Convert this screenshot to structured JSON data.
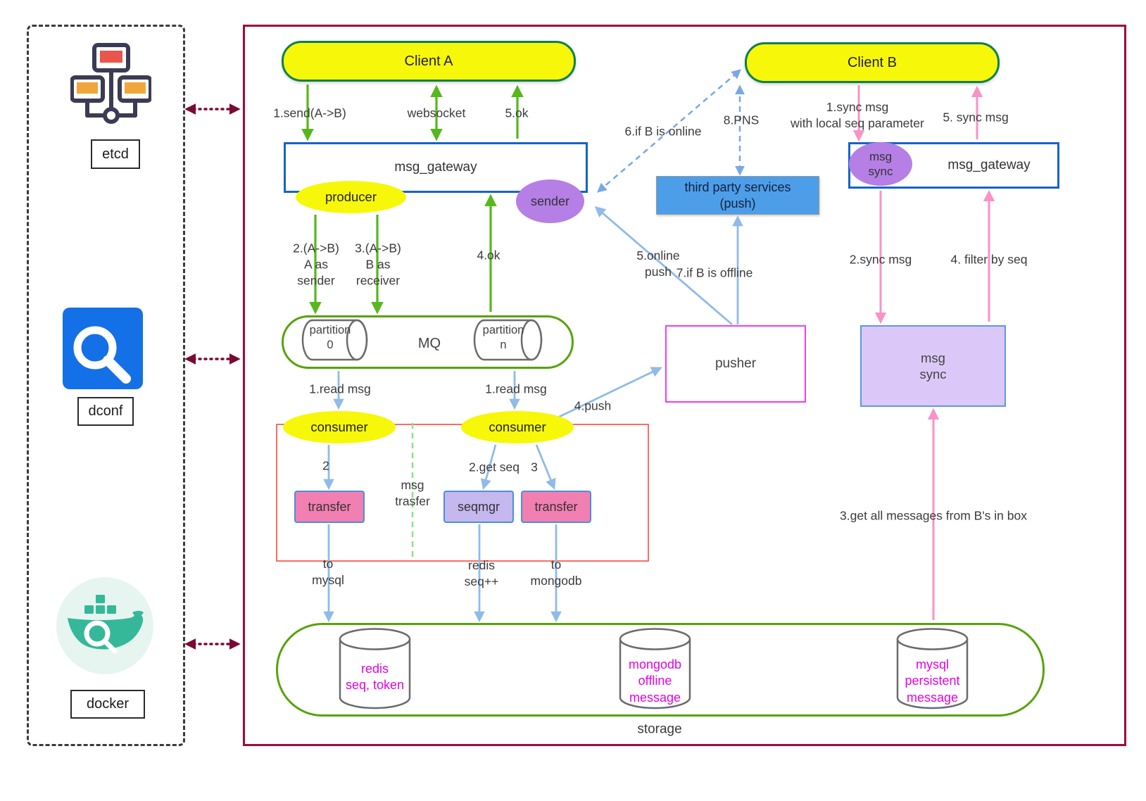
{
  "infra": {
    "etcd": "etcd",
    "dconf": "dconf",
    "docker": "docker"
  },
  "nodes": {
    "client_a": "Client A",
    "client_b": "Client B",
    "gateway_left": "msg_gateway",
    "gateway_right": "msg_gateway",
    "producer": "producer",
    "sender": "sender",
    "msg_sync_small": "msg\nsync",
    "third_party": "third party services\n(push)",
    "partition_0": "partition\n0",
    "mq": "MQ",
    "partition_n": "partition\nn",
    "pusher": "pusher",
    "msg_sync_big": "msg\nsync",
    "consumer_1": "consumer",
    "consumer_2": "consumer",
    "transfer_1": "transfer",
    "seqmgr": "seqmgr",
    "transfer_2": "transfer",
    "redis": "redis\nseq, token",
    "mongodb": "mongodb\noffline\nmessage",
    "mysql": "mysql\npersistent\nmessage",
    "storage": "storage"
  },
  "labels": {
    "send": "1.send(A->B)",
    "websocket": "websocket",
    "ok5": "5.ok",
    "a_as_sender": "2.(A->B)\nA as\nsender",
    "b_as_receiver": "3.(A->B)\nB as\nreceiver",
    "ok4": "4.ok",
    "read_msg_1": "1.read msg",
    "read_msg_2": "1.read msg",
    "push4": "4.push",
    "step2": "2",
    "get_seq": "2.get seq",
    "step3": "3",
    "msg_trasfer": "msg\ntrasfer",
    "to_mysql": "to\nmysql",
    "redis_seq": "redis\nseq++",
    "to_mongodb": "to\nmongodb",
    "online_push": "5.online\npush",
    "if_offline": "7.if B is offline",
    "if_online": "6.if B is online",
    "pns": "8.PNS",
    "sync_msg_1": "1.sync msg\nwith local seq parameter",
    "sync_msg_5": "5. sync msg",
    "sync_msg_2": "2.sync msg",
    "filter_by_seq": "4. filter by seq",
    "get_all": "3.get all messages from B's in box"
  },
  "colors": {
    "main_border": "#9c0a3e",
    "client_fill": "#f7f70a",
    "client_border": "#0e8050",
    "gateway_border": "#1763c6",
    "ellipse_yellow": "#f7f70a",
    "ellipse_purple": "#b57fe6",
    "third_party_fill": "#4d9ee8",
    "pusher_border": "#f33bf3",
    "msg_sync_fill": "#dcc8f8",
    "transfer_fill": "#f27fb2",
    "seqmgr_fill": "#c5b8ef",
    "green_container": "#56a30a",
    "red_group_border": "#fa6e64",
    "arrow_green": "#56b81c",
    "arrow_blue": "#8fbbe8",
    "arrow_pink": "#f893c7",
    "arrow_dashed_blue": "#7aa7e8",
    "arrow_dark_red": "#7a0a33",
    "db_text": "#e203e2"
  }
}
